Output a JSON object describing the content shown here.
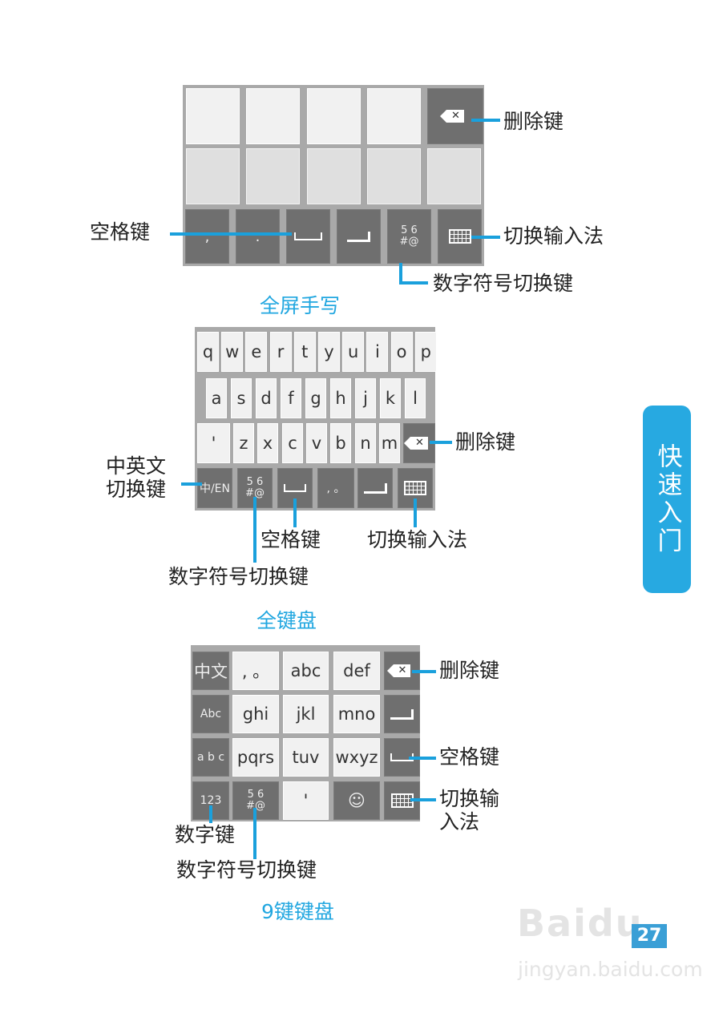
{
  "side_tab": {
    "label": "快速入门"
  },
  "page_number": "27",
  "watermark": {
    "logo": "Baidu经验",
    "url": "jingyan.baidu.com"
  },
  "handwriting": {
    "title": "全屏手写",
    "rows": [
      [
        {
          "type": "blank"
        },
        {
          "type": "blank"
        },
        {
          "type": "blank"
        },
        {
          "type": "blank"
        },
        {
          "type": "backspace",
          "icon": "backspace-icon"
        }
      ],
      [
        {
          "type": "blank2"
        },
        {
          "type": "blank2"
        },
        {
          "type": "blank2"
        },
        {
          "type": "blank2"
        },
        {
          "type": "blank2"
        }
      ],
      [
        {
          "type": "dark",
          "label": ","
        },
        {
          "type": "dark",
          "label": "."
        },
        {
          "type": "space",
          "icon": "space-icon"
        },
        {
          "type": "enter",
          "icon": "enter-icon"
        },
        {
          "type": "symbol",
          "label": "5 6\n#@"
        },
        {
          "type": "switch",
          "icon": "keyboard-icon"
        }
      ]
    ],
    "callouts": {
      "delete": "删除键",
      "space": "空格键",
      "switch": "切换输入法",
      "symbol": "数字符号切换键"
    }
  },
  "qwerty": {
    "title": "全键盘",
    "rows": [
      [
        {
          "label": "q"
        },
        {
          "label": "w"
        },
        {
          "label": "e"
        },
        {
          "label": "r"
        },
        {
          "label": "t"
        },
        {
          "label": "y"
        },
        {
          "label": "u"
        },
        {
          "label": "i"
        },
        {
          "label": "o"
        },
        {
          "label": "p"
        }
      ],
      [
        {
          "label": "a"
        },
        {
          "label": "s"
        },
        {
          "label": "d"
        },
        {
          "label": "f"
        },
        {
          "label": "g"
        },
        {
          "label": "h"
        },
        {
          "label": "j"
        },
        {
          "label": "k"
        },
        {
          "label": "l"
        }
      ],
      [
        {
          "label": "'"
        },
        {
          "label": "z"
        },
        {
          "label": "x"
        },
        {
          "label": "c"
        },
        {
          "label": "v"
        },
        {
          "label": "b"
        },
        {
          "label": "n"
        },
        {
          "label": "m"
        },
        {
          "type": "backspace",
          "icon": "backspace-icon"
        }
      ],
      [
        {
          "type": "dark",
          "label": "中/EN"
        },
        {
          "type": "symbol",
          "label": "5 6\n#@"
        },
        {
          "type": "space",
          "icon": "space-icon"
        },
        {
          "type": "dark",
          "label": ", 。"
        },
        {
          "type": "enter",
          "icon": "enter-icon"
        },
        {
          "type": "switch",
          "icon": "keyboard-icon"
        }
      ]
    ],
    "callouts": {
      "delete": "删除键",
      "lang_line1": "中英文",
      "lang_line2": "切换键",
      "space": "空格键",
      "switch": "切换输入法",
      "symbol": "数字符号切换键"
    }
  },
  "nine_key": {
    "title": "9键键盘",
    "rows": [
      [
        {
          "type": "dark",
          "label": "中文"
        },
        {
          "label": ", 。"
        },
        {
          "label": "abc"
        },
        {
          "label": "def"
        },
        {
          "type": "backspace",
          "icon": "backspace-icon"
        }
      ],
      [
        {
          "type": "dark",
          "label": "Abc"
        },
        {
          "label": "ghi"
        },
        {
          "label": "jkl"
        },
        {
          "label": "mno"
        },
        {
          "type": "enter",
          "icon": "enter-icon"
        }
      ],
      [
        {
          "type": "dark",
          "label": "a b c"
        },
        {
          "label": "pqrs"
        },
        {
          "label": "tuv"
        },
        {
          "label": "wxyz"
        },
        {
          "type": "space",
          "icon": "space-icon"
        }
      ],
      [
        {
          "type": "dark",
          "label": "123"
        },
        {
          "type": "symbol",
          "label": "5 6\n#@"
        },
        {
          "label": "'"
        },
        {
          "type": "dark",
          "label": "☺"
        },
        {
          "type": "switch",
          "icon": "keyboard-icon"
        }
      ]
    ],
    "callouts": {
      "delete": "删除键",
      "space": "空格键",
      "switch_line1": "切换输",
      "switch_line2": "入法",
      "number": "数字键",
      "symbol": "数字符号切换键"
    }
  }
}
